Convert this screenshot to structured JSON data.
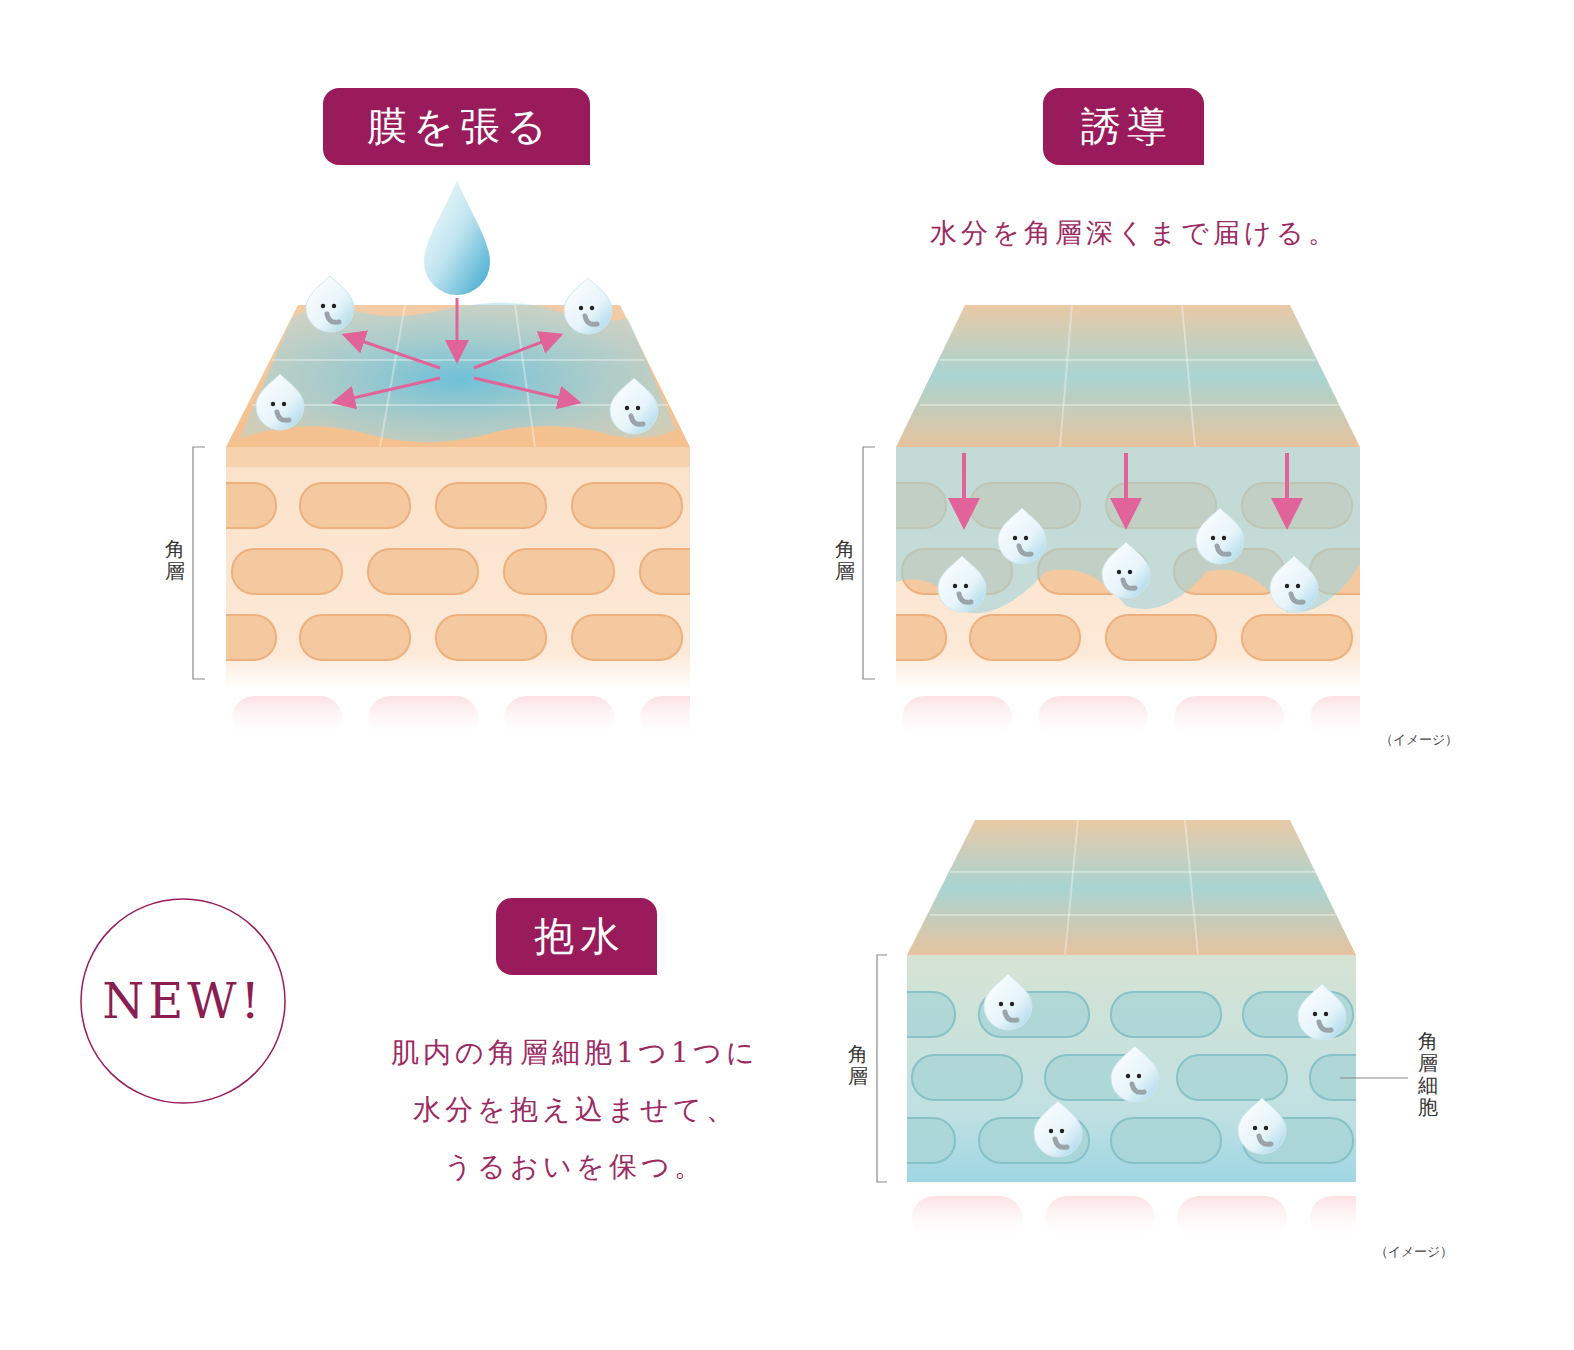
{
  "diagram": {
    "nodes": [
      {
        "text": [
          "膜を張る"
        ]
      },
      {
        "text": [
          "誘導"
        ]
      },
      {
        "text": [
          "NEW!"
        ]
      },
      {
        "text": [
          "抱水"
        ]
      }
    ],
    "labels": [
      "水分を角層深くまで届ける。",
      "肌内の角層細胞1つ1つに 水分を抱え込ませて、 うるおいを保つ。",
      "角層",
      "角層",
      "角層",
      "角層細胞",
      "（イメージ）",
      "（イメージ）"
    ]
  }
}
